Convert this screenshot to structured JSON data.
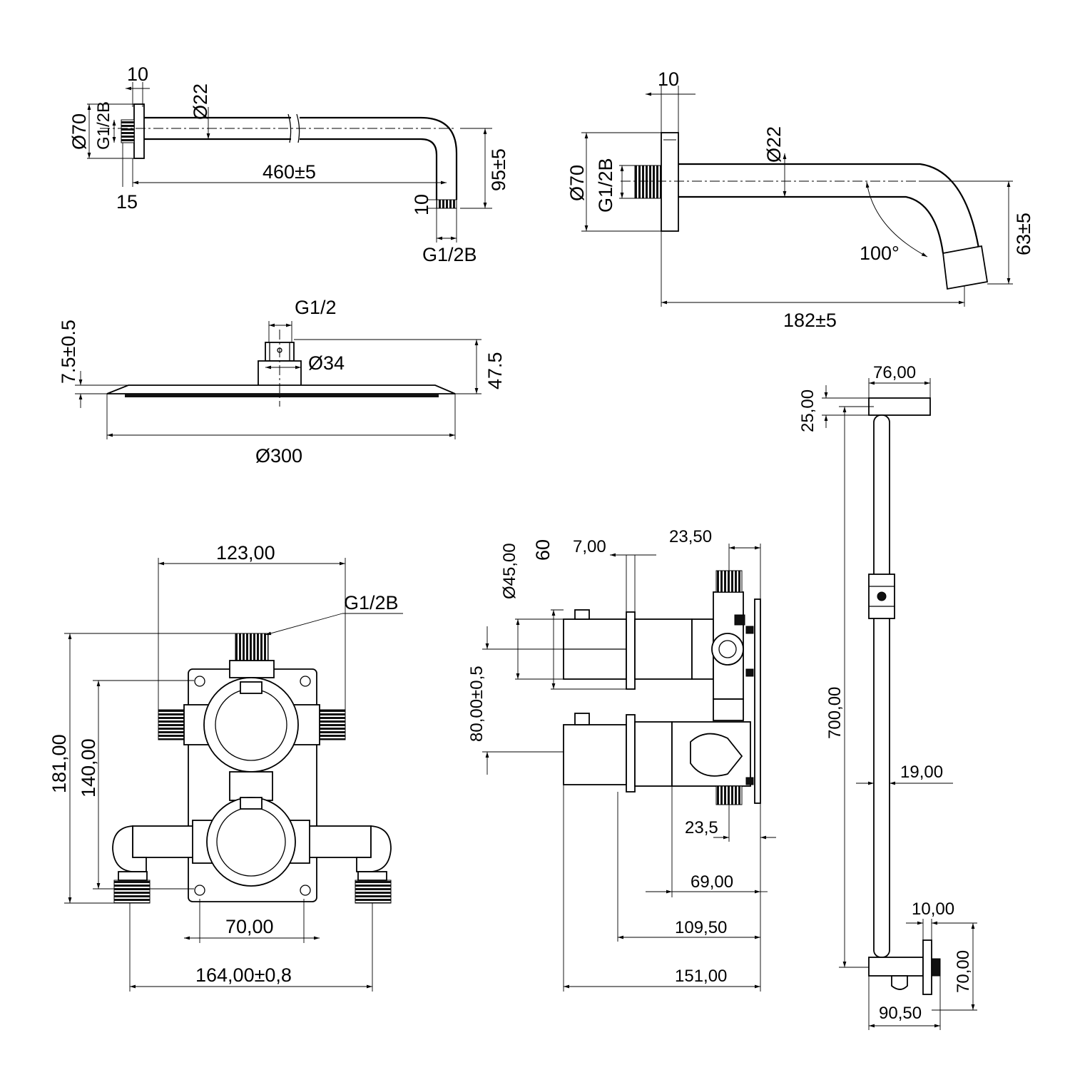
{
  "shower_arm": {
    "flange_thickness": "10",
    "pipe_diameter": "Ø22",
    "flange_diameter": "Ø70",
    "inlet_thread": "G1/2B",
    "offset": "15",
    "length": "460±5",
    "drop": "95±5",
    "outlet_length": "10",
    "outlet_thread": "G1/2B"
  },
  "spout": {
    "flange_thickness": "10",
    "pipe_diameter": "Ø22",
    "flange_diameter": "Ø70",
    "inlet_thread": "G1/2B",
    "angle": "100°",
    "drop": "63±5",
    "projection": "182±5"
  },
  "shower_head": {
    "thread": "G1/2",
    "plate_thickness": "7.5±0.5",
    "connector_diameter": "Ø34",
    "height": "47.5",
    "diameter": "Ø300"
  },
  "valve_front": {
    "width_outlets": "123,00",
    "thread": "G1/2B",
    "height_total": "181,00",
    "height_inner": "140,00",
    "hole_spacing": "70,00",
    "width_total": "164,00±0,8"
  },
  "valve_side": {
    "handle_diameter": "Ø45,00",
    "handle_length": "60",
    "flange_thickness": "7,00",
    "top_offset": "23,50",
    "handle_spacing": "80,00±0,5",
    "bottom_offset": "23,5",
    "depth_body": "69,00",
    "depth_mid": "109,50",
    "depth_total": "151,00"
  },
  "riser": {
    "top_width": "76,00",
    "top_height": "25,00",
    "length": "700,00",
    "rail_diameter": "19,00",
    "outlet_thickness": "10,00",
    "outlet_height": "70,00",
    "outlet_depth": "90,50"
  }
}
